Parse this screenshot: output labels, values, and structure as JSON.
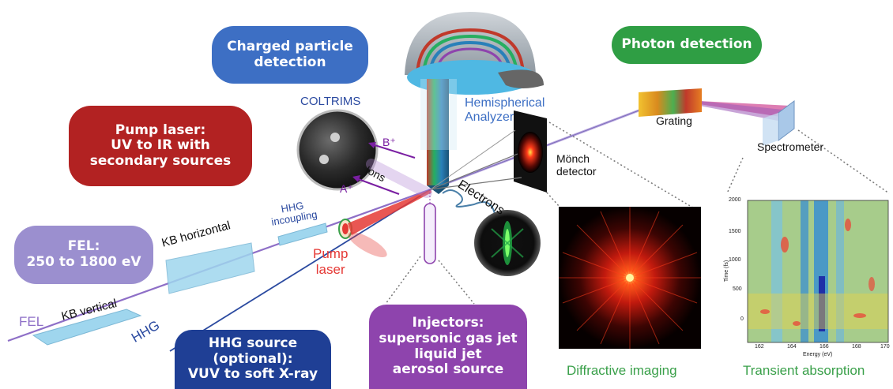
{
  "boxes": {
    "charged": {
      "lines": [
        "Charged particle",
        "detection"
      ],
      "color": "#3d6fc4"
    },
    "photon": {
      "lines": [
        "Photon detection"
      ],
      "color": "#2f9e44"
    },
    "pump": {
      "lines": [
        "Pump laser:",
        "UV to IR with",
        "secondary sources"
      ],
      "color": "#b22222"
    },
    "fel": {
      "lines": [
        "FEL:",
        "250 to 1800 eV"
      ],
      "color": "#9b8fcf"
    },
    "hhg": {
      "lines": [
        "HHG source",
        "(optional):",
        "VUV to soft X-ray"
      ],
      "color": "#1f3f95"
    },
    "injectors": {
      "lines": [
        "Injectors:",
        "supersonic gas jet",
        "liquid jet",
        "aerosol source"
      ],
      "color": "#8e44ad"
    }
  },
  "labels": {
    "coltrims": "COLTRIMS",
    "hemispherical": [
      "Hemispherical",
      "Analyzer"
    ],
    "grating": "Grating",
    "spectrometer": "Spectrometer",
    "monch": [
      "Mönch",
      "detector"
    ],
    "bplus": "B⁺",
    "aplus": "A⁺",
    "ions": "Ions",
    "electrons": "Electrons",
    "hhg_incoupling": [
      "HHG",
      "incoupling"
    ],
    "kb_horizontal": "KB horizontal",
    "kb_vertical": "KB vertical",
    "fel_beam": "FEL",
    "hhg_beam": "HHG",
    "pump_laser": [
      "Pump",
      "laser"
    ],
    "diffractive": "Diffractive imaging",
    "transient": "Transient absorption"
  },
  "colors": {
    "fel_beam": "#8e6fc7",
    "hhg_beam": "#2b4aa0",
    "pump": "#e53935",
    "green_caption": "#3aa04a",
    "dark_blue_text": "#2b4aa0"
  },
  "plot": {
    "ylabel": "Time (fs)",
    "xlabel": "Energy (eV)",
    "yticks": [
      "2000",
      "1500",
      "1000",
      "500",
      "0"
    ],
    "xticks": [
      "162",
      "164",
      "166",
      "168",
      "170"
    ]
  }
}
